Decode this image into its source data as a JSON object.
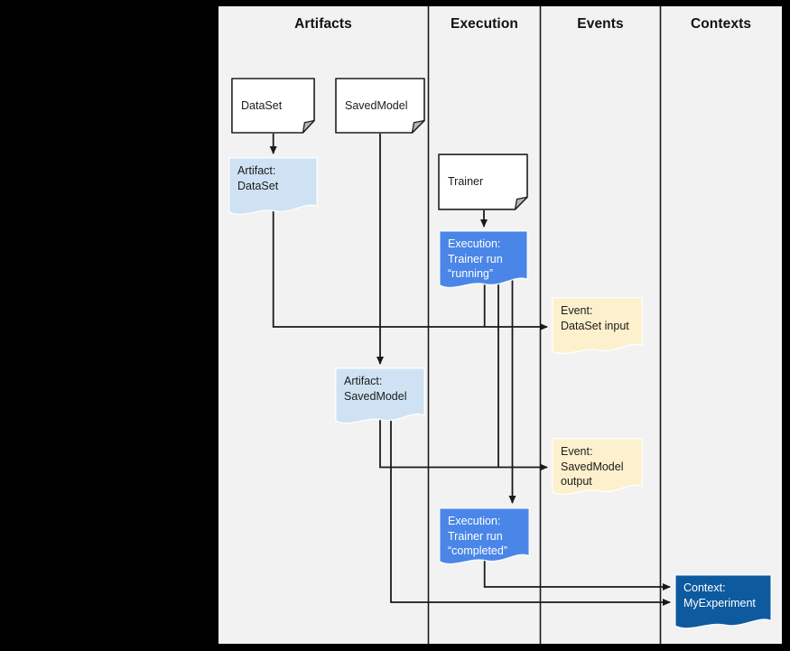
{
  "header": {
    "columns": [
      "Artifacts",
      "Execution",
      "Events",
      "Contexts"
    ]
  },
  "nodes": {
    "dataset": {
      "lines": [
        "DataSet"
      ]
    },
    "savedmodel": {
      "lines": [
        "SavedModel"
      ]
    },
    "trainer": {
      "lines": [
        "Trainer"
      ]
    },
    "artifact_dataset": {
      "lines": [
        "Artifact:",
        "DataSet"
      ]
    },
    "execution_running": {
      "lines": [
        "Execution:",
        "Trainer run",
        "“running”"
      ]
    },
    "event_dataset_input": {
      "lines": [
        "Event:",
        "DataSet input"
      ]
    },
    "artifact_savedmodel": {
      "lines": [
        "Artifact:",
        "SavedModel"
      ]
    },
    "event_savedmodel_output": {
      "lines": [
        "Event:",
        "SavedModel",
        "output"
      ]
    },
    "execution_completed": {
      "lines": [
        "Execution:",
        "Trainer run",
        "“completed”"
      ]
    },
    "context_myexperiment": {
      "lines": [
        "Context:",
        "MyExperiment"
      ]
    }
  },
  "colors": {
    "page_bg": "#000000",
    "canvas_bg": "#f2f2f2",
    "document_fill": "#ffffff",
    "artifact_fill": "#cfe2f3",
    "execution_fill": "#4a86e8",
    "event_fill": "#fdf0cc",
    "context_fill": "#0d5a9f",
    "connector": "#1a1a1a"
  }
}
